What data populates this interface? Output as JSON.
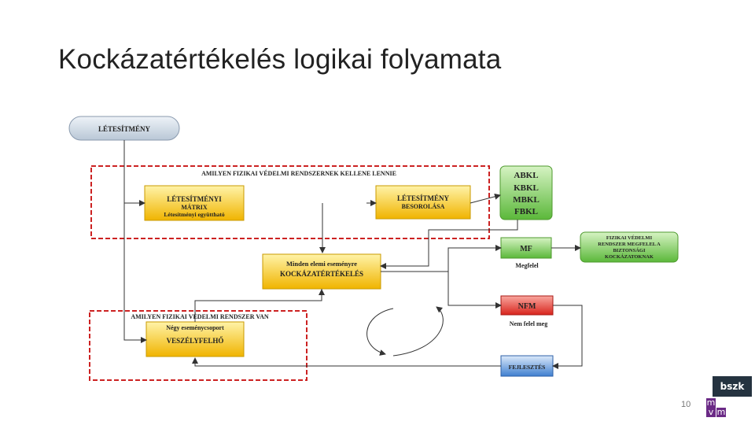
{
  "title": "Kockázatértékelés logikai folyamata",
  "page_number": "10",
  "logo": {
    "text": "bszk",
    "letters": [
      "m",
      "v",
      "m"
    ]
  },
  "diagram": {
    "facility": "LÉTESÍTMÉNY",
    "group_should": "AMILYEN FIZIKAI VÉDELMI RENDSZERNEK KELLENE LENNIE",
    "matrix_line1": "LÉTESÍTMÉNYI",
    "matrix_line2": "MÁTRIX",
    "matrix_line3": "Létesítményi együttható",
    "classification_line1": "LÉTESÍTMÉNY",
    "classification_line2": "BESOROLÁSA",
    "classes": [
      "ABKL",
      "KBKL",
      "MBKL",
      "FBKL"
    ],
    "risk_line1": "Minden elemi eseményre",
    "risk_line2": "KOCKÁZATÉRTÉKELÉS",
    "mf": "MF",
    "mf_caption": "Megfelel",
    "nfm": "NFM",
    "nfm_caption": "Nem felel meg",
    "result_line1": "FIZIKAI VÉDELMI",
    "result_line2": "RENDSZER MEGFELEL A",
    "result_line3": "BIZTONSÁGI",
    "result_line4": "KOCKÁZATOKNAK",
    "group_existing": "AMILYEN FIZIKAI VÉDELMI RENDSZER VAN",
    "threat_line1": "Négy eseménycsoport",
    "threat_line2": "VESZÉLYFELHŐ",
    "development": "FEJLESZTÉS",
    "colors": {
      "yellow": "#f5c518",
      "green": "#7dc95c",
      "red": "#e0302a",
      "blue": "#4f8fd8",
      "dashed": "#cc2222"
    }
  }
}
